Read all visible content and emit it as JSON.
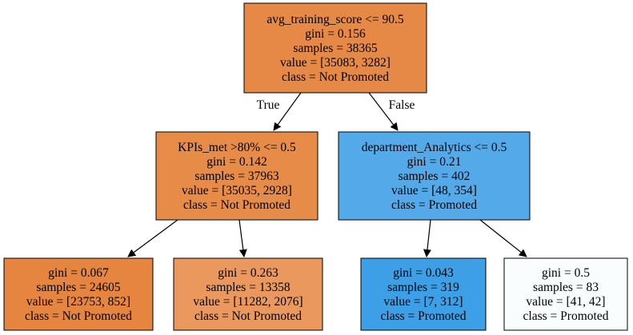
{
  "diagram": {
    "type": "decision-tree",
    "nodes": [
      {
        "id": "root",
        "lines": [
          "avg_training_score <= 90.5",
          "gini = 0.156",
          "samples = 38365",
          "value = [35083, 3282]",
          "class = Not Promoted"
        ],
        "fill": "#e68946"
      },
      {
        "id": "left",
        "lines": [
          "KPIs_met >80% <= 0.5",
          "gini = 0.142",
          "samples = 37963",
          "value = [35035, 2928]",
          "class = Not Promoted"
        ],
        "fill": "#e78b49"
      },
      {
        "id": "right",
        "lines": [
          "department_Analytics <= 0.5",
          "gini = 0.21",
          "samples = 402",
          "value = [48, 354]",
          "class = Promoted"
        ],
        "fill": "#54aae9"
      },
      {
        "id": "left-left",
        "lines": [
          "gini = 0.067",
          "samples = 24605",
          "value = [23753, 852]",
          "class = Not Promoted"
        ],
        "fill": "#e68540"
      },
      {
        "id": "left-right",
        "lines": [
          "gini = 0.263",
          "samples = 13358",
          "value = [11282, 2076]",
          "class = Not Promoted"
        ],
        "fill": "#ea985d"
      },
      {
        "id": "right-left",
        "lines": [
          "gini = 0.043",
          "samples = 319",
          "value = [7, 312]",
          "class = Promoted"
        ],
        "fill": "#3d9fe6"
      },
      {
        "id": "right-right",
        "lines": [
          "gini = 0.5",
          "samples = 83",
          "value = [41, 42]",
          "class = Promoted"
        ],
        "fill": "#fafdfe"
      }
    ],
    "edges": [
      {
        "from": "root",
        "to": "left",
        "label": "True"
      },
      {
        "from": "root",
        "to": "right",
        "label": "False"
      },
      {
        "from": "left",
        "to": "left-left",
        "label": ""
      },
      {
        "from": "left",
        "to": "left-right",
        "label": ""
      },
      {
        "from": "right",
        "to": "right-left",
        "label": ""
      },
      {
        "from": "right",
        "to": "right-right",
        "label": ""
      }
    ]
  }
}
